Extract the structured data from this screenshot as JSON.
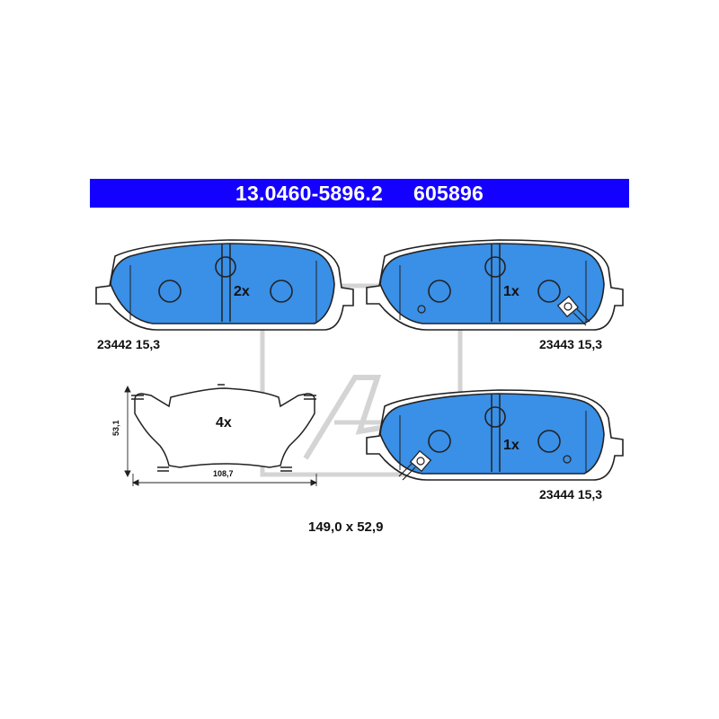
{
  "header": {
    "part_number": "13.0460-5896.2",
    "code": "605896"
  },
  "pads": [
    {
      "quantity": "2x",
      "label": "23442 15,3"
    },
    {
      "quantity": "1x",
      "label": "23443 15,3"
    },
    {
      "quantity": "1x",
      "label": "23444 15,3"
    }
  ],
  "clip": {
    "quantity": "4x",
    "height_dim": "53,1",
    "width_dim": "108,7"
  },
  "overall_dim": "149,0 x 52,9",
  "colors": {
    "header_bg": "#1400ff",
    "pad_fill": "#3a8fe6",
    "outline": "#222222",
    "watermark": "#d9d9d9"
  }
}
